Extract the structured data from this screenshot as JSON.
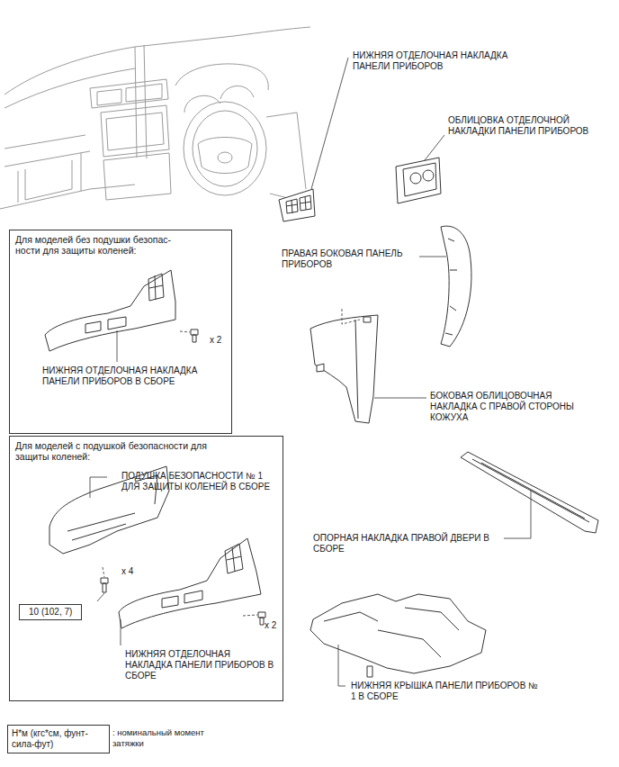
{
  "diagram": {
    "nodes": [
      {
        "text": [
          "Для моделей без подушки безопас- ности для защиты коленей:",
          "x 2",
          "НИЖНЯЯ ОТДЕЛОЧНАЯ НАКЛАДКА ПАНЕЛИ ПРИБОРОВ В СБОРЕ"
        ]
      },
      {
        "text": [
          "Для моделей с подушкой безопасности для защиты коленей:",
          "ПОДУШКА БЕЗОПАСНОСТИ № 1 ДЛЯ ЗАЩИТЫ КОЛЕНЕЙ В СБОРЕ",
          "x 4",
          "x 2",
          "НИЖНЯЯ ОТДЕЛОЧНАЯ НАКЛАДКА ПАНЕЛИ ПРИБОРОВ В СБОРЕ"
        ]
      },
      {
        "text": [
          "10 (102, 7)"
        ],
        "in": 1
      },
      {
        "text": [
          "Н*м (кгс*см, фунт-сила-фут)"
        ]
      }
    ],
    "edges": [],
    "labels": [
      "НИЖНЯЯ ОТДЕЛОЧНАЯ НАКЛАДКА ПАНЕЛИ ПРИБОРОВ",
      "ОБЛИЦОВКА ОТДЕЛОЧНОЙ НАКЛАДКИ ПАНЕЛИ ПРИБОРОВ",
      "ПРАВАЯ БОКОВАЯ ПАНЕЛЬ ПРИБОРОВ",
      "БОКОВАЯ ОБЛИЦОВОЧНАЯ НАКЛАДКА С ПРАВОЙ СТОРОНЫ КОЖУХА",
      "ОПОРНАЯ НАКЛАДКА ПРАВОЙ ДВЕРИ В СБОРЕ",
      "НИЖНЯЯ КРЫШКА ПАНЕЛИ ПРИБОРОВ № 1 В СБОРЕ",
      ": номинальный момент затяжки"
    ]
  }
}
